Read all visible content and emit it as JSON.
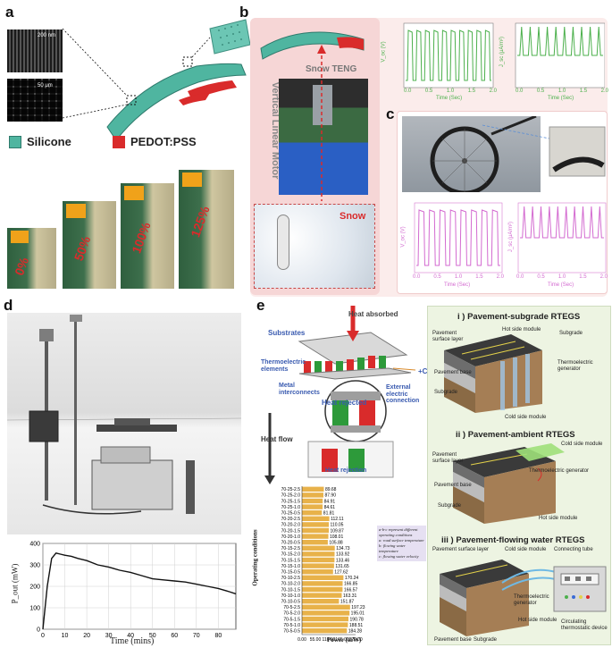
{
  "panels": {
    "a": {
      "letter": "a",
      "scale_top": "200 nm",
      "scale_bottom": "50 μm",
      "legend_silicone": "Silicone",
      "legend_pedot": "PEDOT:PSS",
      "strains": [
        "0%",
        "50%",
        "100%",
        "125%"
      ],
      "colors": {
        "silicone": "#4fb5a0",
        "pedot": "#d92b2b"
      }
    },
    "b": {
      "letter": "b",
      "snow_teng": "Snow TENG",
      "motor": "Vertical Linear Motor",
      "snow": "Snow",
      "chart_left": {
        "ylabel": "V_oc (V)",
        "xlabel": "Time (Sec)"
      },
      "chart_right": {
        "ylabel": "J_sc (μA/m²)",
        "xlabel": "Time (Sec)"
      },
      "ticks": [
        "0.0",
        "0.5",
        "1.0",
        "1.5",
        "2.0"
      ]
    },
    "c": {
      "letter": "c",
      "chart_left": {
        "ylabel": "V_oc (V)",
        "xlabel": "Time (Sec)"
      },
      "chart_right": {
        "ylabel": "J_sc (μA/m²)",
        "xlabel": "Time (Sec)"
      },
      "ticks": [
        "0.0",
        "0.5",
        "1.0",
        "1.5",
        "2.0"
      ]
    },
    "d": {
      "letter": "d",
      "xlabel": "Time (mins)",
      "ylabel": "P_out (mW)"
    },
    "e": {
      "letter": "e",
      "heat_absorbed": "Heat absorbed",
      "substrates": "Substrates",
      "current": "+Current",
      "thermoelectric_elements": "Thermoelectric elements",
      "metal_interconnects": "Metal interconnects",
      "external": "External electric connection",
      "heat_rejected": "Heat rejected",
      "heat_flow": "Heat flow",
      "heat_rejection": "Heat rejection",
      "legend_note": [
        "a-b-c represent different",
        "operating conditions",
        "a: road surface temperature",
        "b: flowing water temperature",
        "c: flowing water velocity"
      ],
      "rtegs1": {
        "title": "i ) Pavement-subgrade RTEGS",
        "labels": [
          "Pavement surface layer",
          "Hot side module",
          "Subgrade",
          "Thermoelectric generator",
          "Pavement base",
          "Subgrade",
          "Cold side module"
        ]
      },
      "rtegs2": {
        "title": "ii ) Pavement-ambient RTEGS",
        "labels": [
          "Cold side module",
          "Pavement surface layer",
          "Thermoelectric generator",
          "Pavement base",
          "Subgrade",
          "Hot side module"
        ]
      },
      "rtegs3": {
        "title": "iii ) Pavement-flowing water RTEGS",
        "labels": [
          "Pavement surface layer",
          "Cold side module",
          "Connecting tube",
          "Thermoelectric generator",
          "Hot side module",
          "Circulating thermostatic device",
          "Pavement base",
          "Subgrade"
        ]
      }
    }
  },
  "chart_data": [
    {
      "type": "line",
      "xlabel": "Time (mins)",
      "ylabel": "P_out (mW)",
      "xlim": [
        0,
        88
      ],
      "ylim": [
        0,
        400
      ],
      "xticks": [
        0,
        10,
        20,
        30,
        40,
        50,
        60,
        70,
        80
      ],
      "yticks": [
        0,
        100,
        200,
        300,
        400
      ],
      "x": [
        0,
        2,
        4,
        6,
        8,
        10,
        13,
        16,
        20,
        25,
        30,
        35,
        40,
        45,
        50,
        55,
        60,
        65,
        70,
        75,
        80,
        85,
        88
      ],
      "y": [
        0,
        200,
        330,
        355,
        350,
        345,
        340,
        330,
        320,
        300,
        290,
        275,
        265,
        250,
        235,
        230,
        225,
        220,
        210,
        200,
        190,
        175,
        165
      ]
    },
    {
      "type": "bar",
      "xlabel": "Power (mW)",
      "ylabel": "Operating conditions",
      "xlim": [
        0,
        220
      ],
      "xticks": [
        "0.00",
        "55.00",
        "110.00",
        "165.00",
        "220.00"
      ],
      "categories": [
        "70-25-2.5",
        "70-25-2.0",
        "70-25-1.5",
        "70-25-1.0",
        "70-25-0.5",
        "70-20-2.5",
        "70-20-2.0",
        "70-20-1.5",
        "70-20-1.0",
        "70-20-0.5",
        "70-15-2.5",
        "70-15-2.0",
        "70-15-1.5",
        "70-15-1.0",
        "70-15-0.5",
        "70-10-2.5",
        "70-10-2.0",
        "70-10-1.5",
        "70-10-1.0",
        "70-10-0.5",
        "70-5-2.5",
        "70-5-2.0",
        "70-5-1.5",
        "70-5-1.0",
        "70-5-0.5"
      ],
      "values": [
        89.68,
        87.9,
        84.91,
        84.61,
        81.81,
        112.11,
        110.05,
        109.87,
        108.01,
        105.88,
        134.73,
        133.92,
        133.46,
        131.65,
        127.62,
        170.24,
        166.85,
        166.57,
        163.31,
        151.87,
        197.23,
        195.01,
        190.78,
        188.51,
        184.28
      ],
      "value_labels": [
        "89.68",
        "87.90",
        "84.91",
        "84.61",
        "81.81",
        "112.11",
        "110.05",
        "109.87",
        "108.01",
        "105.88",
        "134.73",
        "133.92",
        "133.46",
        "131.65",
        "127.62",
        "170.24",
        "166.85",
        "166.57",
        "163.31",
        "151.87",
        "197.23",
        "195.01",
        "190.78",
        "188.51",
        "184.28"
      ],
      "bar_color": "#e8b24a"
    }
  ]
}
